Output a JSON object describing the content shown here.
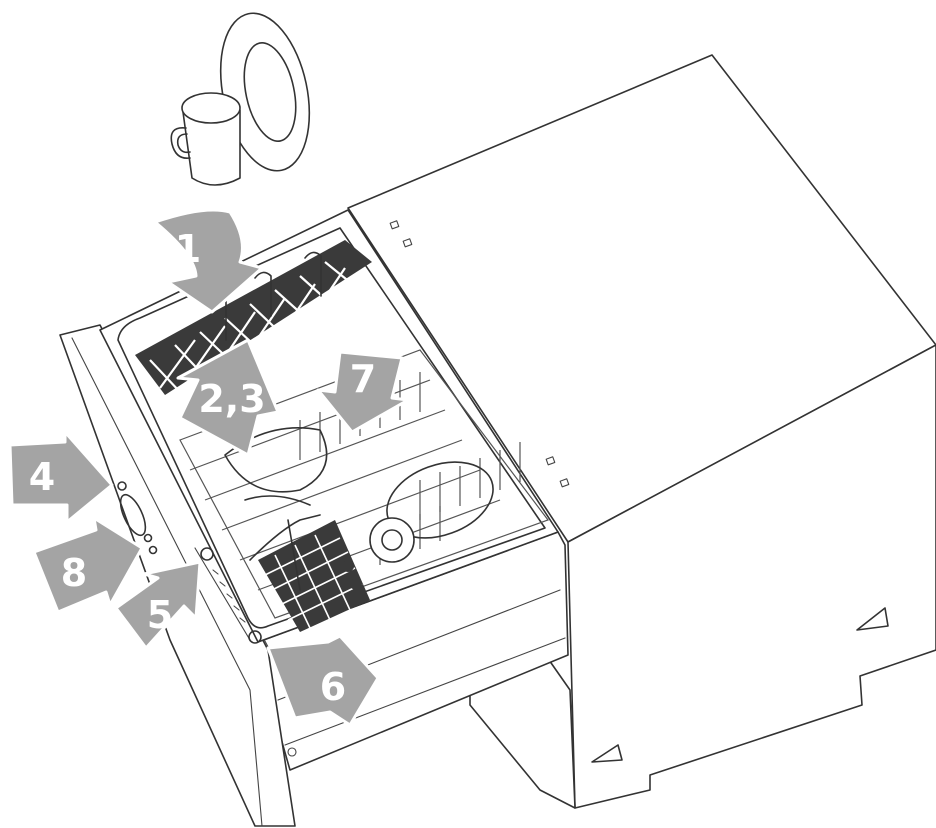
{
  "callouts": [
    {
      "id": "1",
      "label": "1"
    },
    {
      "id": "2-3",
      "label": "2,3"
    },
    {
      "id": "4",
      "label": "4"
    },
    {
      "id": "5",
      "label": "5"
    },
    {
      "id": "6",
      "label": "6"
    },
    {
      "id": "7",
      "label": "7"
    },
    {
      "id": "8",
      "label": "8"
    }
  ],
  "icons": {
    "tableware": "cup-and-plate-icon",
    "appliance": "dishwasher-drawer-icon"
  },
  "colors": {
    "arrow_fill": "#a4a4a4",
    "arrow_label": "#ffffff",
    "line_art": "#333333",
    "background": "#ffffff"
  }
}
